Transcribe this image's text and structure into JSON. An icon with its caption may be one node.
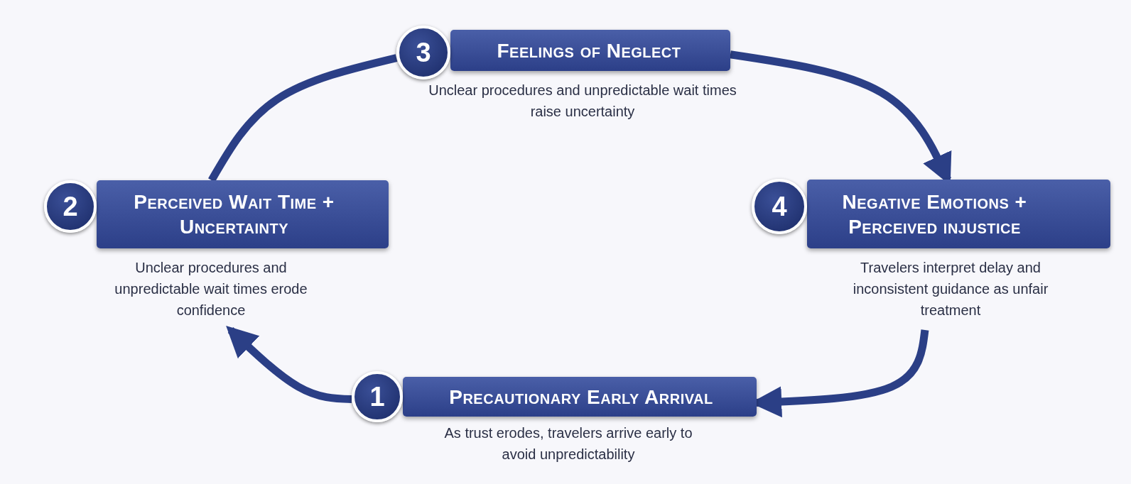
{
  "diagram": {
    "nodes": [
      {
        "text": [
          "1"
        ]
      },
      {
        "text": [
          "Precautionary Early Arrival"
        ],
        "beside": [
          "As trust erodes, travelers arrive early to avoid unpredictability"
        ]
      },
      {
        "text": [
          "2"
        ]
      },
      {
        "text": [
          "Perceived Wait Time + Uncertainty"
        ],
        "beside": [
          "Unclear procedures and unpredictable wait times erode confidence"
        ]
      },
      {
        "text": [
          "3"
        ]
      },
      {
        "text": [
          "Feelings of Neglect"
        ],
        "beside": [
          "Unclear procedures and unpredictable wait times raise uncertainty"
        ]
      },
      {
        "text": [
          "4"
        ]
      },
      {
        "text": [
          "Negative Emotions + Perceived injustice"
        ],
        "beside": [
          "Travelers interpret delay and inconsistent guidance as unfair treatment"
        ]
      }
    ],
    "edges": [
      {
        "from": 0,
        "to": 3,
        "arrow": "to"
      },
      {
        "from": 3,
        "to": 4,
        "arrow": "none"
      },
      {
        "from": 5,
        "to": 7,
        "arrow": "to"
      },
      {
        "from": 7,
        "to": 1,
        "arrow": "to"
      }
    ]
  }
}
